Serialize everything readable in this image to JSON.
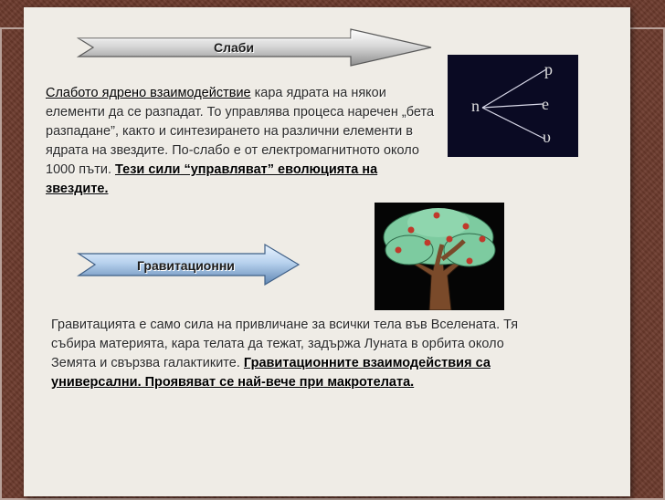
{
  "weak_section": {
    "arrow_label": "Слаби",
    "text_lead": "Слабото ядрено взаимодействие",
    "text_body": " кара ядрата на някои елементи да се разпадат. То управлява процеса наречен „бета разпадане”, както и синтезирането на различни елементи в ядрата на звездите. По-слабо  е от електромагнитното около 1000 пъти. ",
    "text_conclusion": "Тези сили “управляват” еволюцията на звездите."
  },
  "gravity_section": {
    "arrow_label": "Гравитационни",
    "text_body": "Гравитацията е само сила на привличане за всички тела във Вселената. Тя събира материята, кара телата да тежат, задържа Луната в орбита около Земята и свързва галактиките. ",
    "text_conclusion": "Гравитационните взаимодействия са универсални. Проявяват се най-вече при макротелата."
  },
  "decay_diagram": {
    "neutron": "n",
    "proton": "p",
    "electron": "e",
    "neutrino": "υ"
  },
  "colors": {
    "background": "#6b3a2c",
    "panel": "#efece6",
    "diagram_bg": "#0a0a23",
    "tree_foliage": "#7dcba0",
    "tree_trunk": "#7a4a2a",
    "apple": "#c0392b"
  },
  "images": {
    "tree_icon": "apple-tree-icon"
  }
}
